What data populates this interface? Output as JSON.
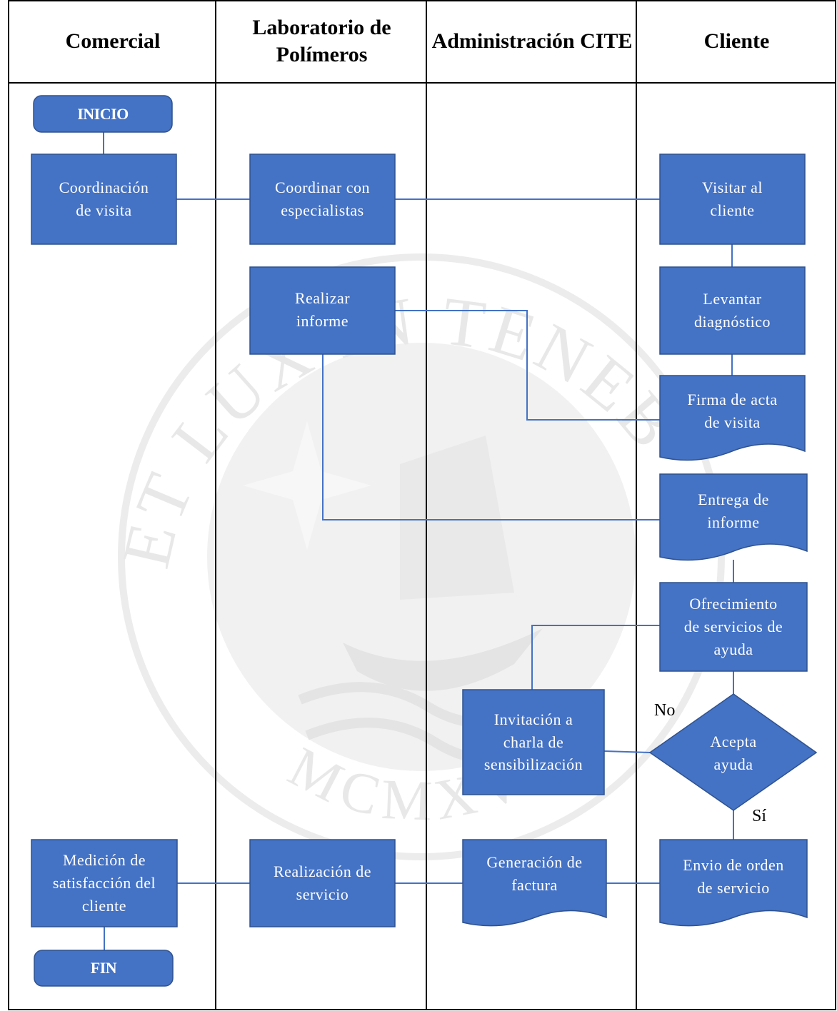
{
  "lanes": {
    "comercial": "Comercial",
    "laboratorio": "Laboratorio de\nPolímeros",
    "administracion": "Administración CITE",
    "cliente": "Cliente"
  },
  "nodes": {
    "inicio": "INICIO",
    "coordinacion_visita": "Coordinación\nde visita",
    "coordinar_especialistas": "Coordinar con\nespecialistas",
    "visitar_cliente": "Visitar al\ncliente",
    "realizar_informe": "Realizar\ninforme",
    "levantar_diagnostico": "Levantar\ndiagnóstico",
    "firma_acta": "Firma de acta\nde visita",
    "entrega_informe": "Entrega de\ninforme",
    "ofrecimiento_servicios": "Ofrecimiento\nde servicios de\nayuda",
    "invitacion_charla": "Invitación a\ncharla de\nsensibilización",
    "acepta_ayuda": "Acepta\nayuda",
    "envio_orden": "Envio de orden\nde servicio",
    "generacion_factura": "Generación de\nfactura",
    "realizacion_servicio": "Realización de\nservicio",
    "medicion_satisfaccion": "Medición de\nsatisfacción del\ncliente",
    "fin": "FIN"
  },
  "edge_labels": {
    "no": "No",
    "si": "Sí"
  },
  "watermark": {
    "text_top": "ET LUX IN TENEBRIS LUCET",
    "text_bottom": "MCMXVII"
  },
  "colors": {
    "node_fill": "#4472C4",
    "node_stroke": "#2F528F",
    "connector": "#4472C4",
    "border": "#000000",
    "watermark": "#e6e6e6"
  }
}
